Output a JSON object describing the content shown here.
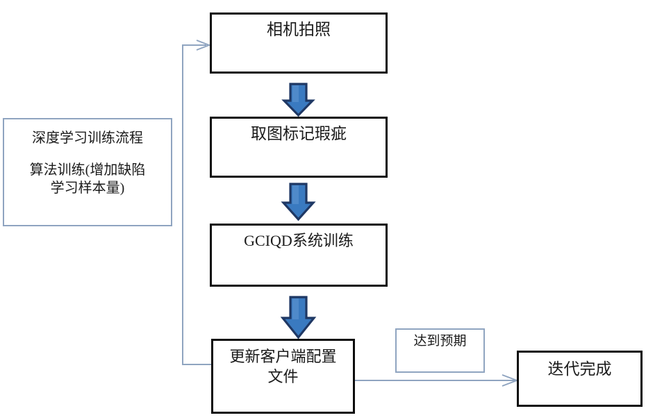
{
  "diagram": {
    "title_hidden": "",
    "colors": {
      "box_border_dark": "#0d0d0d",
      "box_border_light": "#8fa4c0",
      "arrow_fill": "#3a7ac0",
      "arrow_outline": "#1f3864",
      "connector_line": "#8fa4c0",
      "text": "#1a1a1a",
      "background": "#ffffff"
    },
    "nodes": {
      "training_note": {
        "line1": "深度学习训练流程",
        "line2": "算法训练(增加缺陷\n学习样本量)"
      },
      "camera_capture": {
        "label": "相机拍照"
      },
      "mark_defect": {
        "label": "取图标记瑕疵"
      },
      "gciqd_train": {
        "label": "GCIQD系统训练"
      },
      "update_config": {
        "label": "更新客户端配置\n文件"
      },
      "expectation_met": {
        "label": "达到预期"
      },
      "iteration_done": {
        "label": "迭代完成"
      }
    },
    "flow_arrows": [
      {
        "name": "capture-to-mark",
        "from": "camera_capture",
        "to": "mark_defect",
        "style": "block-arrow-down"
      },
      {
        "name": "mark-to-train",
        "from": "mark_defect",
        "to": "gciqd_train",
        "style": "block-arrow-down"
      },
      {
        "name": "train-to-config",
        "from": "gciqd_train",
        "to": "update_config",
        "style": "block-arrow-down"
      },
      {
        "name": "config-to-done",
        "from": "update_config",
        "to": "iteration_done",
        "style": "line-arrow-right"
      },
      {
        "name": "config-feedback-to-capture",
        "from": "update_config",
        "to": "camera_capture",
        "style": "line-arrow-elbow-left-up"
      }
    ]
  }
}
